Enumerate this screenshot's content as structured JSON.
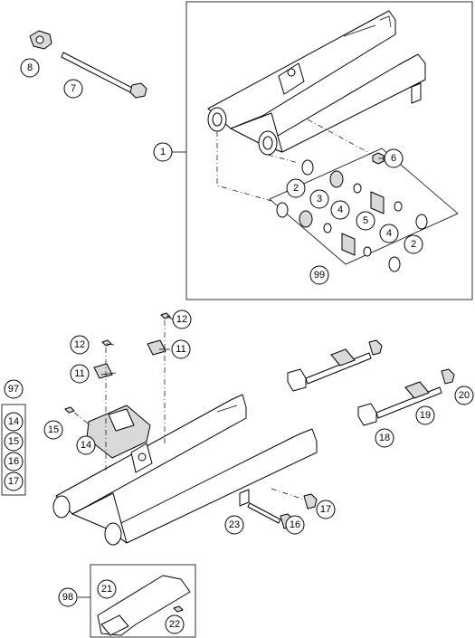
{
  "callouts": {
    "c1": "1",
    "c2a": "2",
    "c2b": "2",
    "c3": "3",
    "c4a": "4",
    "c4b": "4",
    "c5": "5",
    "c6": "6",
    "c7": "7",
    "c8": "8",
    "c99": "99",
    "c11a": "11",
    "c11b": "11",
    "c12a": "12",
    "c12b": "12",
    "c14": "14",
    "c15": "15",
    "c16": "16",
    "c17": "17",
    "c18": "18",
    "c19": "19",
    "c20": "20",
    "c23": "23",
    "c97": "97",
    "c97_14": "14",
    "c97_15": "15",
    "c97_16": "16",
    "c97_17": "17",
    "c98": "98",
    "c21": "21",
    "c22": "22"
  }
}
